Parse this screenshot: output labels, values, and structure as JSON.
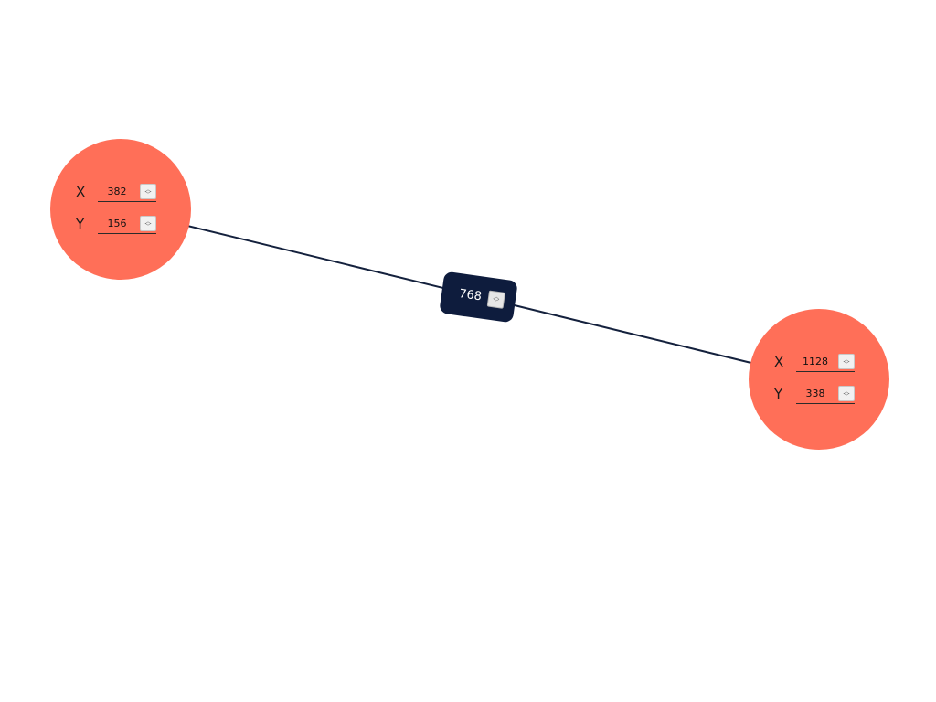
{
  "graph": {
    "edge_color": "#14213d",
    "node_color": "#ff6f58",
    "badge_color": "#0e1c3d",
    "nodes": [
      {
        "x_label": "X",
        "x_value": "382",
        "y_label": "Y",
        "y_value": "156"
      },
      {
        "x_label": "X",
        "x_value": "1128",
        "y_label": "Y",
        "y_value": "338"
      }
    ],
    "edge": {
      "weight": "768"
    }
  },
  "icons": {
    "spinner": "up-down-chevron-icon"
  }
}
